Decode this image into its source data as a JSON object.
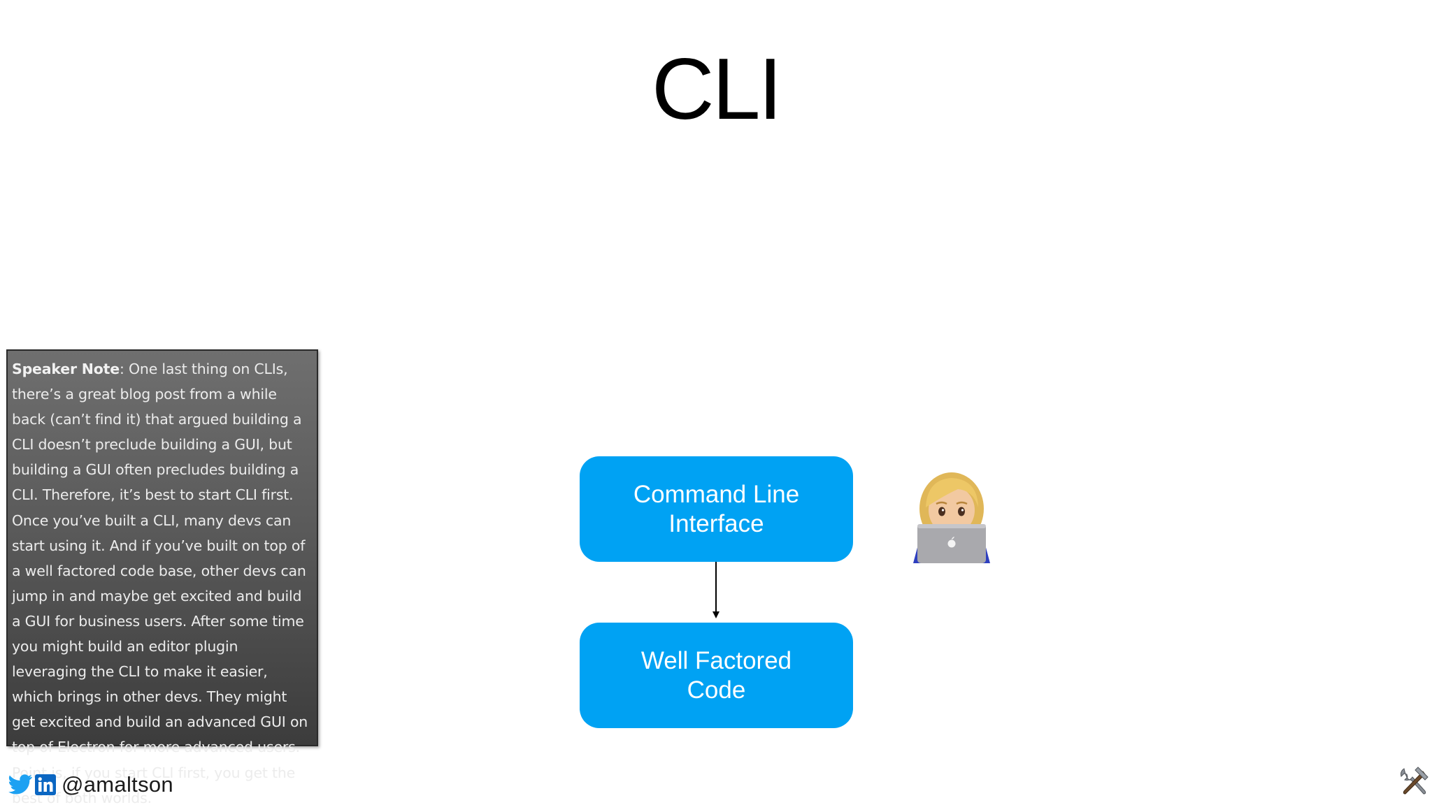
{
  "slide": {
    "title": "CLI"
  },
  "speaker_note": {
    "label": "Speaker Note",
    "text": ": One last thing on CLIs, there’s a great blog post from a while back (can’t find it) that argued building a CLI doesn’t preclude building a GUI, but building a GUI often precludes building a CLI. Therefore, it’s best to start CLI first. Once you’ve built a CLI, many devs can start using it. And if you’ve built on top of a well factored code base, other devs can jump in and maybe get excited and build a GUI for business users. After some time you might build an editor plugin leveraging the CLI to make it easier, which brings in other devs. They might get excited and build an advanced GUI on top of Electron for more advanced users. Point is, if you start CLI first, you get the best of both worlds."
  },
  "diagram": {
    "top_box": "Command Line Interface",
    "bottom_box": "Well Factored Code",
    "box_color": "#00a2f3",
    "user_icon": "woman-technologist-icon"
  },
  "footer": {
    "handle": "@amaltson",
    "social_icons": [
      "twitter-icon",
      "linkedin-icon"
    ],
    "corner_icon": "hammer-wrench-icon"
  },
  "colors": {
    "twitter": "#1da1f2",
    "linkedin": "#0a66c2"
  }
}
